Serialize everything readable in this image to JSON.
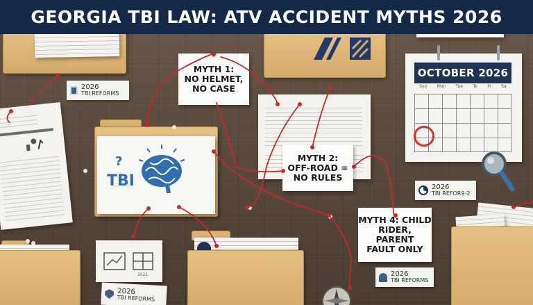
{
  "banner": {
    "title": "GEORGIA TBI LAW: ATV ACCIDENT MYTHS 2026"
  },
  "notes": {
    "myth1": {
      "line1": "MYTH 1:",
      "line2": "NO HELMET,",
      "line3": "NO CASE"
    },
    "myth2": {
      "line1": "MYTH 2:",
      "line2": "OFF-ROAD =",
      "line3": "NO RULES"
    },
    "myth4": {
      "line1": "MYTH 4: CHILD",
      "line2": "RIDER, PARENT",
      "line3": "FAULT ONLY"
    }
  },
  "calendar": {
    "title": "OCTOBER 2026",
    "days": [
      "Sov",
      "Mon",
      "Tue",
      "Te",
      "Fr",
      "Sa"
    ]
  },
  "tbi_folder": {
    "label": "TBI",
    "question": "?"
  },
  "cards": {
    "reforms_left": {
      "line1": "2026",
      "line2": "TBI REFORMS"
    },
    "reforms_right": {
      "line1": "2026",
      "line2": "TBI REFOR9-2"
    },
    "reforms_bottom": {
      "line1": "2026",
      "line2": "TBI REFORMS"
    },
    "reforms_bottom_left": {
      "line1": "2026",
      "line2": "TBI REFORMS"
    }
  },
  "bottom_sheet": {
    "caption": "2021"
  },
  "colors": {
    "banner": "#14284a",
    "string": "#c22a2a",
    "folder": "#dcb679",
    "brain": "#2f6fae"
  }
}
